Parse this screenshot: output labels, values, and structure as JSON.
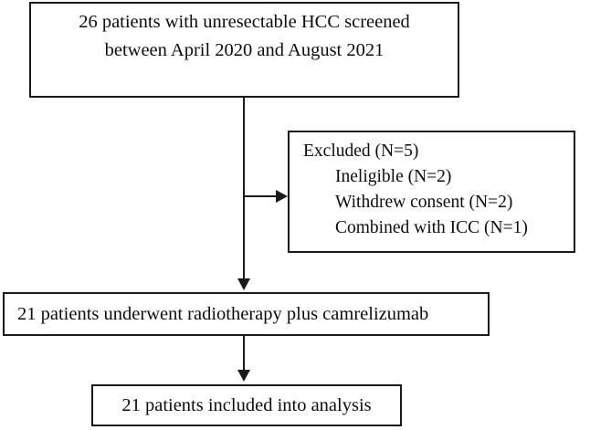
{
  "diagram": {
    "title": "CONSORT-style patient flow diagram",
    "type": "flowchart",
    "background_color": "#ffffff",
    "line_color": "#1a1a1a",
    "text_color": "#0d0d0d",
    "nodes": {
      "screened": {
        "line1": "26 patients with unresectable HCC screened",
        "line2": "between April 2020 and August 2021",
        "text": "26 patients with unresectable HCC screened\nbetween April 2020 and August 2021"
      },
      "excluded": {
        "heading": "Excluded (N=5)",
        "reasons": [
          "Ineligible (N=2)",
          "Withdrew consent (N=2)",
          "Combined with ICC (N=1)"
        ]
      },
      "underwent": {
        "text": "21 patients underwent radiotherapy plus camrelizumab"
      },
      "analysis": {
        "text": "21 patients included into analysis"
      }
    },
    "counts": {
      "screened": 26,
      "excluded_total": 5,
      "excluded_ineligible": 2,
      "excluded_withdrew_consent": 2,
      "excluded_combined_with_icc": 1,
      "treated": 21,
      "analyzed": 21
    },
    "connectors": [
      {
        "name": "screened-to-underwent",
        "from": "screened",
        "to": "underwent",
        "direction": "down",
        "arrowhead": true
      },
      {
        "name": "trunk-to-excluded",
        "from": "screened-to-underwent",
        "to": "excluded",
        "direction": "right",
        "arrowhead": true
      },
      {
        "name": "underwent-to-analysis",
        "from": "underwent",
        "to": "analysis",
        "direction": "down",
        "arrowhead": true
      }
    ]
  }
}
